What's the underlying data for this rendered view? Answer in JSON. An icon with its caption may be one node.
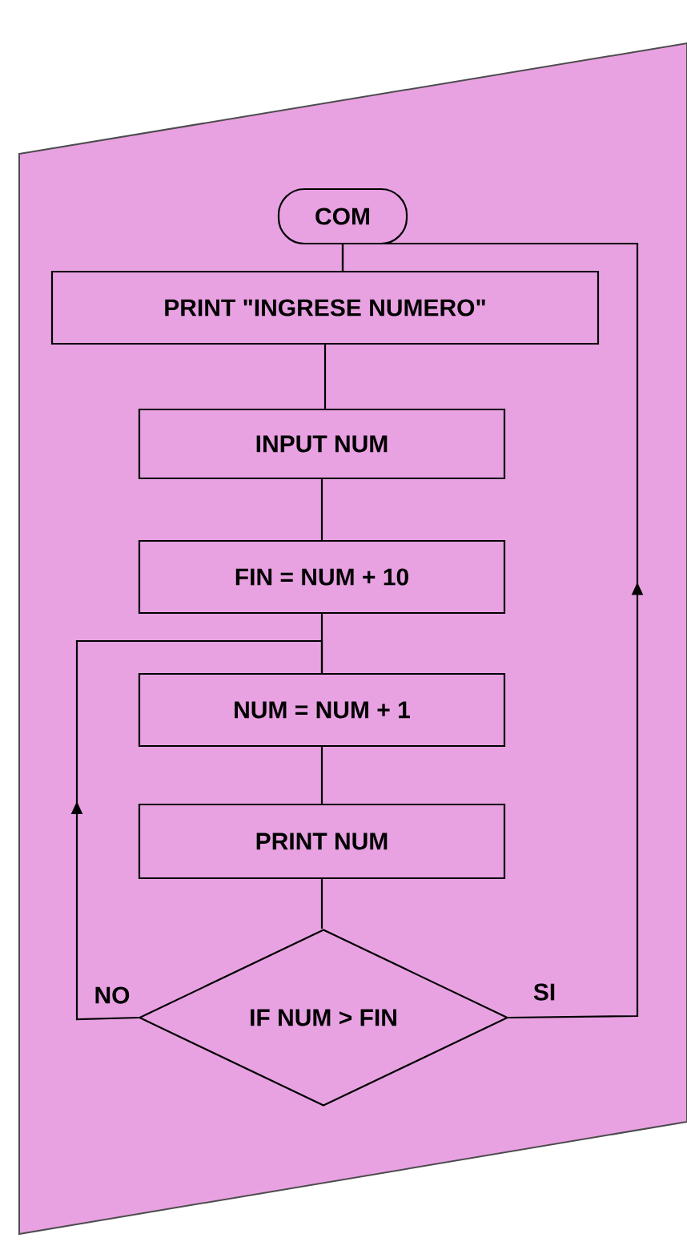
{
  "diagram": {
    "nodes": [
      {
        "text": [
          "COM"
        ]
      },
      {
        "text": [
          "PRINT \"INGRESE NUMERO\""
        ]
      },
      {
        "text": [
          "INPUT NUM"
        ]
      },
      {
        "text": [
          "FIN = NUM + 10"
        ]
      },
      {
        "text": [
          "NUM = NUM + 1"
        ]
      },
      {
        "text": [
          "PRINT NUM"
        ]
      },
      {
        "text": [
          "IF NUM > FIN"
        ]
      }
    ],
    "edges": [
      {
        "from": 0,
        "to": 1,
        "arrow": "none"
      },
      {
        "from": 1,
        "to": 2,
        "arrow": "none"
      },
      {
        "from": 2,
        "to": 3,
        "arrow": "none"
      },
      {
        "from": 3,
        "to": 4,
        "arrow": "none"
      },
      {
        "from": 4,
        "to": 5,
        "arrow": "none"
      },
      {
        "from": 5,
        "to": 6,
        "arrow": "none"
      },
      {
        "from": 6,
        "to": 4,
        "arrow": "to",
        "label": "NO"
      },
      {
        "from": 6,
        "to": 1,
        "arrow": "to",
        "label": "SI"
      }
    ]
  }
}
